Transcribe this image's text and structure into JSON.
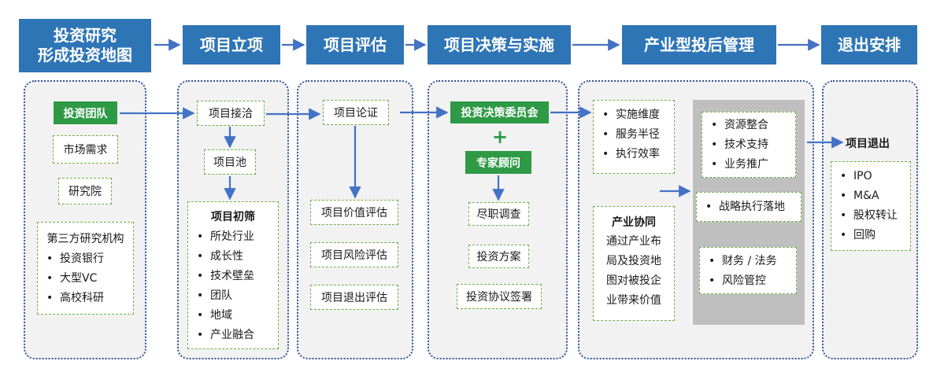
{
  "headers": [
    "投资研究\n形成投资地图",
    "项目立项",
    "项目评估",
    "项目决策与实施",
    "产业型投后管理",
    "退出安排"
  ],
  "col1": {
    "team": "投资团队",
    "market": "市场需求",
    "institute": "研究院",
    "third_party": {
      "title": "第三方研究机构",
      "items": [
        "投资银行",
        "大型VC",
        "高校科研"
      ]
    }
  },
  "col2": {
    "intake": "项目接洽",
    "pool": "项目池",
    "screening": {
      "title": "项目初筛",
      "items": [
        "所处行业",
        "成长性",
        "技术壁垒",
        "团队",
        "地域",
        "产业融合"
      ]
    }
  },
  "col3": {
    "demonstration": "项目论证",
    "value": "项目价值评估",
    "risk": "项目风险评估",
    "exit": "项目退出评估"
  },
  "col4": {
    "committee": "投资决策委员会",
    "plus": "+",
    "advisor": "专家顾问",
    "dd": "尽职调查",
    "plan": "投资方案",
    "sign": "投资协议签署"
  },
  "col5": {
    "dims": [
      "实施维度",
      "服务半径",
      "执行效率"
    ],
    "synergy_title": "产业协同",
    "synergy_lines": [
      "通过产业布",
      "局及投资地",
      "图对被投企",
      "业带来价值"
    ],
    "support": [
      "资源整合",
      "技术支持",
      "业务推广"
    ],
    "strategy": "战略执行落地",
    "finance": [
      "财务 / 法务",
      "风险管控"
    ]
  },
  "col6": {
    "exit_label": "项目退出",
    "items": [
      "IPO",
      "M&A",
      "股权转让",
      "回购"
    ]
  }
}
